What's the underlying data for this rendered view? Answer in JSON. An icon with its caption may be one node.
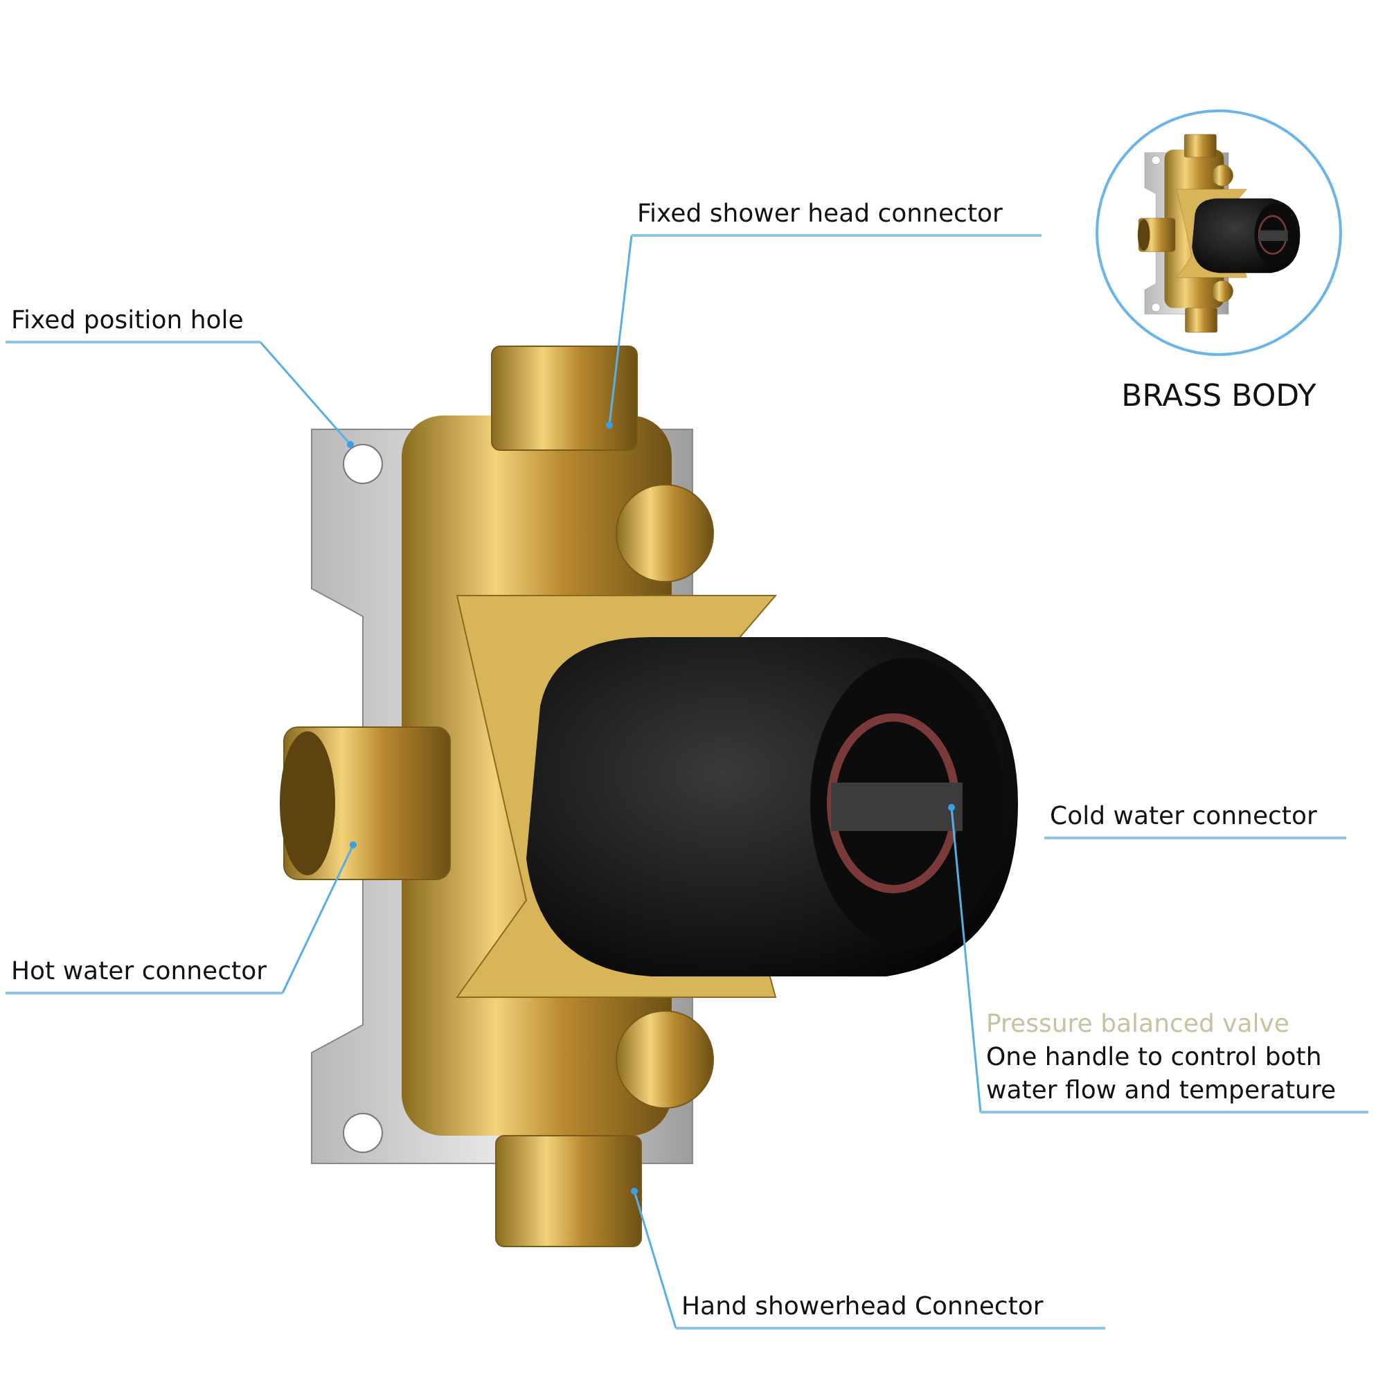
{
  "diagram": {
    "nodes": [
      {
        "text": [
          "Fixed shower head connector"
        ]
      },
      {
        "text": [
          "Fixed position hole"
        ]
      },
      {
        "text": [
          "Cold water connector"
        ]
      },
      {
        "text": [
          "Pressure balanced valve",
          "One handle to control both water flow and temperature"
        ]
      },
      {
        "text": [
          "Hot water connector"
        ]
      },
      {
        "text": [
          "Hand showerhead Connector"
        ]
      },
      {
        "text": [
          "BRASS BODY"
        ]
      }
    ],
    "edges": [
      {
        "from": 0,
        "to": null,
        "arrow": "other"
      },
      {
        "from": 1,
        "to": null,
        "arrow": "other"
      },
      {
        "from": 3,
        "to": null,
        "arrow": "other"
      },
      {
        "from": 4,
        "to": null,
        "arrow": "other"
      },
      {
        "from": 5,
        "to": null,
        "arrow": "other"
      }
    ]
  }
}
